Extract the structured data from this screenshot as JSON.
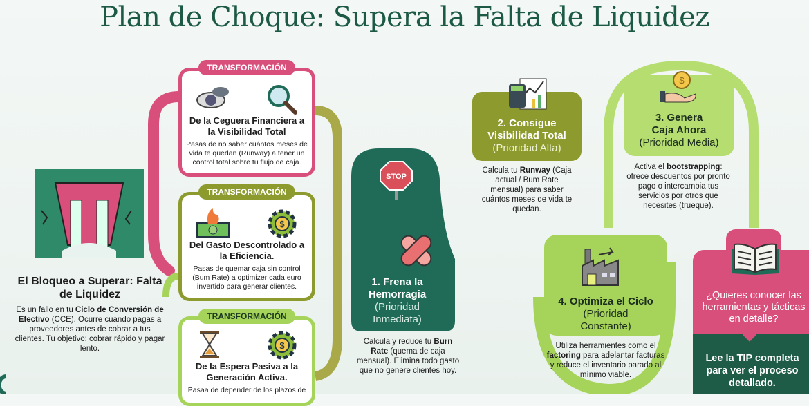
{
  "title": "Plan de Choque: Supera la Falta de Liquidez",
  "colors": {
    "title": "#1d5a45",
    "pink": "#d94f7c",
    "olive": "#8d9a2e",
    "light_green": "#a6d45a",
    "dark_green": "#1f6b57"
  },
  "problem": {
    "heading": "El Bloqueo a Superar: Falta de Liquidez",
    "text_pre": "Es un fallo en tu ",
    "text_bold": "Ciclo de Conversión de Efectivo",
    "text_post": " (CCE). Ocurre cuando pagas a proveedores antes de cobrar a tus clientes. Tu objetivo: cobrar rápido y pagar lento.",
    "icon": "dam-icon"
  },
  "transformations": [
    {
      "badge": "TRANSFORMACIÓN",
      "title": "De la Ceguera Financiera a la Visibilidad Total",
      "text": "Pasas de no saber cuántos meses de vida te quedan (Runway) a tener un control total sobre tu flujo de caja.",
      "icons": [
        "eye-cloud-icon",
        "magnifier-icon"
      ]
    },
    {
      "badge": "TRANSFORMACIÓN",
      "title": "Del Gasto Descontrolado a la Eficiencia.",
      "text": "Pasas de quemar caja sin control (Bum Rate) a optimizer cada euro invertido para generar clientes.",
      "icons": [
        "burning-money-icon",
        "gear-dollar-icon"
      ]
    },
    {
      "badge": "TRANSFORMACIÓN",
      "title": "De la Espera Pasiva a la Generación Activa.",
      "text": "Pasaa de depender de los plazos de",
      "icons": [
        "hourglass-icon",
        "gear-dollar-icon"
      ]
    }
  ],
  "steps": [
    {
      "title": "1. Frena la Hemorragia",
      "priority": "(Prioridad Inmediata)",
      "stop": "STOP",
      "desc_pre": "Calcula y reduce tu ",
      "desc_bold": "Burn Rate",
      "desc_post": " (quema de caja mensual). Elimina todo gasto que no genere clientes hoy."
    },
    {
      "title": "2. Consigue Visibilidad Total",
      "priority": "(Prioridad Alta)",
      "desc_pre": "Calcula tu ",
      "desc_bold": "Runway",
      "desc_post": " (Caja actual / Bum Rate mensual) para saber cuántos meses de vida te quedan."
    },
    {
      "title": "3. Genera Caja Ahora",
      "priority": "(Prioridad Media)",
      "desc_pre": "Activa el ",
      "desc_bold": "bootstrapping",
      "desc_post": ": ofrece descuentos por pronto pago o intercambia tus servicios por otros que necesites (trueque)."
    },
    {
      "title": "4. Optimiza el Ciclo",
      "priority": "(Prioridad Constante)",
      "desc_pre": "Utiliza herramientes como el ",
      "desc_bold": "factoring",
      "desc_post": " para adelantar facturas y reduce el inventario parado al mínimo viable."
    }
  ],
  "cta": {
    "question": "¿Quieres conocer las herramientas y tácticas en detalle?",
    "action": "Lee la TIP completa para ver el proceso detallado."
  }
}
